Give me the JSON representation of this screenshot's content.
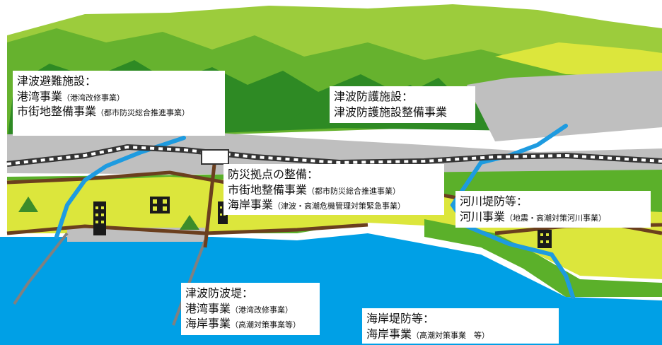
{
  "colors": {
    "sea": "#00a0e6",
    "coastal_land": "#dce63c",
    "lowland_green": "#5bb02a",
    "mountain_dark": "#2e8a24",
    "mountain_mid": "#66b22e",
    "mountain_light": "#9ccc3c",
    "urban_gray": "#bfbfbf",
    "road_brown": "#6b3f1e",
    "river_blue": "#1e9be0",
    "building_black": "#1a1a1a"
  },
  "icons": [
    "shelter-building-icon",
    "town-hall-icon",
    "tree-triangle-icon",
    "railway-track-icon",
    "disaster-base-sign-icon"
  ],
  "labels": {
    "evacuation": {
      "title": "津波避難施設：",
      "line1_main": "港湾事業",
      "line1_sub": "（港湾改修事業）",
      "line2_main": "市街地整備事業",
      "line2_sub": "（都市防災総合推進事業）"
    },
    "protection": {
      "title": "津波防護施設：",
      "line1": "津波防護施設整備事業"
    },
    "base": {
      "title": "防災拠点の整備：",
      "line1_main": "市街地整備事業",
      "line1_sub": "（都市防災総合推進事業）",
      "line2_main": "海岸事業",
      "line2_sub": "（津波・高潮危機管理対策緊急事業）"
    },
    "river": {
      "title": "河川堤防等：",
      "line1_main": "河川事業",
      "line1_sub": "（地震・高潮対策河川事業）"
    },
    "breakwater": {
      "title": "津波防波堤：",
      "line1_main": "港湾事業",
      "line1_sub": "（港湾改修事業）",
      "line2_main": "海岸事業",
      "line2_sub": "（高潮対策事業等）"
    },
    "coast": {
      "title": "海岸堤防等：",
      "line1_main": "海岸事業",
      "line1_sub": "（高潮対策事業　等）"
    }
  }
}
